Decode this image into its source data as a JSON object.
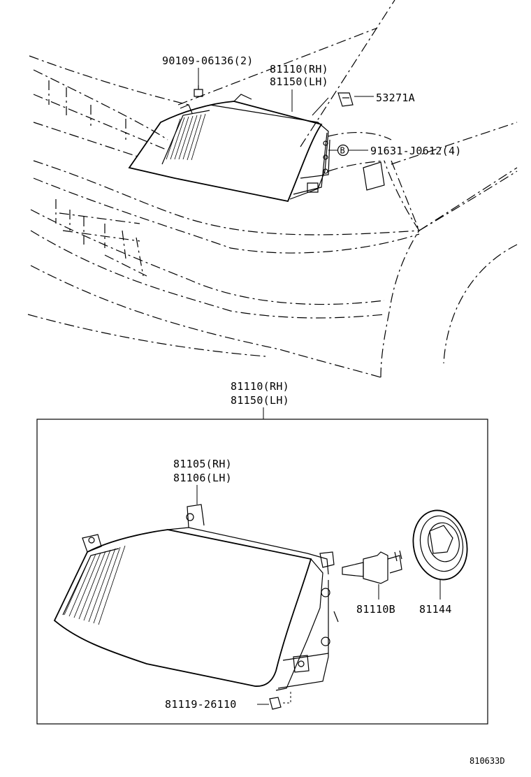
{
  "labels": {
    "bolt": "90109-06136(2)",
    "top_assy_rh": "81110(RH)",
    "top_assy_lh": "81150(LH)",
    "clip": "53271A",
    "ref_b": "B",
    "screw": "91631-J0612(4)",
    "box_assy_rh": "81110(RH)",
    "box_assy_lh": "81150(LH)",
    "unit_rh": "81105(RH)",
    "unit_lh": "81106(LH)",
    "bulb": "81110B",
    "socket_cover": "81144",
    "nut": "81119-26110",
    "drawing_code": "810633D"
  }
}
